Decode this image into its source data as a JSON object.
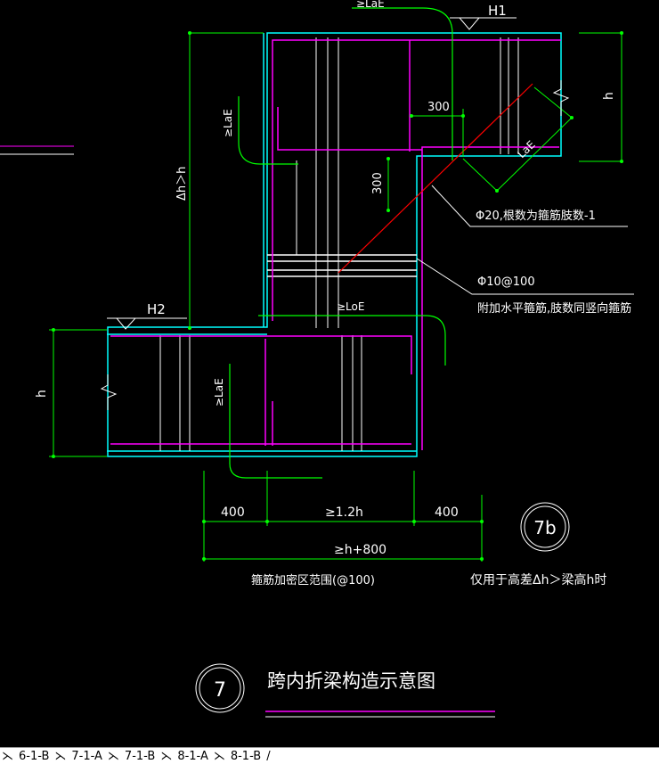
{
  "drawing": {
    "title": "跨内折梁构造示意图",
    "detail_no": "7",
    "tag_7b": "7b",
    "note_condition": "仅用于高差Δh＞梁高h时",
    "note_range": "箍筋加密区范围(@100)",
    "labels": {
      "H1": "H1",
      "H2": "H2",
      "h_right": "h",
      "h_left": "h",
      "dh": "Δh＞h",
      "laE_top": "≥LaE",
      "laE_left1": "≥LaE",
      "laE_mid": "≥LoE",
      "laE_left2": "≥LaE",
      "laE_diag": "LaE",
      "dim300a": "300",
      "dim300b": "300",
      "dim400a": "400",
      "dim12h": "≥1.2h",
      "dim400b": "400",
      "dimh800": "≥h+800",
      "phi20": "Φ20,根数为箍筋肢数-1",
      "phi10": "Φ10@100",
      "phi10b": "附加水平箍筋,肢数同竖向箍筋"
    },
    "colors": {
      "concrete": "#00ffff",
      "rebar": "#ff00ff",
      "dim": "#00ff00",
      "diag": "#ff0000",
      "text": "#ffffff"
    }
  },
  "tabs": [
    "6-1-B",
    "7-1-A",
    "7-1-B",
    "8-1-A",
    "8-1-B"
  ]
}
